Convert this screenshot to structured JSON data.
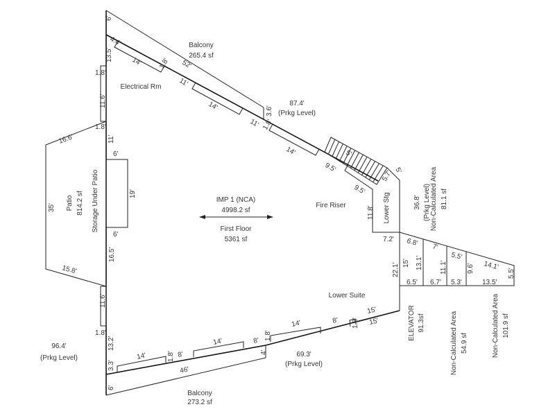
{
  "sketch": {
    "areas": {
      "balcony_top": {
        "name": "Balcony",
        "size": "265.4 sf"
      },
      "electrical": {
        "name": "Electrical Rm"
      },
      "prkg_top": {
        "dim": "87.4'",
        "level": "(Prkg Level)"
      },
      "fire_riser": {
        "name": "Fire Riser"
      },
      "lower_stg": {
        "name": "Lower Stg"
      },
      "prkg_stg": {
        "dim": "36.8'",
        "level": "(Prkg Level)"
      },
      "nca_81": {
        "name": "Non-Calculated Area",
        "size": "81.1 sf"
      },
      "imp": {
        "name": "IMP 1 (NCA)",
        "size": "4998.2 sf"
      },
      "first_floor": {
        "name": "First Floor",
        "size": "5361 sf"
      },
      "patio": {
        "name": "Patio",
        "size": "814.2 sf"
      },
      "storage": {
        "name": "Storage Under Patio"
      },
      "lower_suite": {
        "name": "Lower Suite"
      },
      "elevator": {
        "name": "ELEVATOR",
        "size": "91.3sf"
      },
      "nca_54": {
        "name": "Non-Calculated Area",
        "size": "54.9 sf"
      },
      "nca_101": {
        "name": "Non-Calculated Area",
        "size": "101.9 sf"
      },
      "prkg_left": {
        "dim": "96.4'",
        "level": "(Prkg Level)"
      },
      "prkg_bottom": {
        "dim": "69.3'",
        "level": "(Prkg Level)"
      },
      "balcony_bottom": {
        "name": "Balcony",
        "size": "273.2 sf"
      }
    },
    "dimensions": [
      "6'",
      "4.4'",
      "13.5'",
      "14'",
      "1.8'",
      "52'",
      "11'",
      "14'",
      "11'",
      "3.6'",
      "1.8'",
      "14'",
      "9.5'",
      "5'",
      "5'",
      "5.7'",
      "9.5'",
      "11.8'",
      "7.2'",
      "1.8'",
      "11.6'",
      "1.8'",
      "11'",
      "16.6'",
      "6'",
      "19'",
      "6'",
      "35'",
      "16.5'",
      "15.8'",
      "11.6'",
      "1.8'",
      "13.2'",
      "3.3'",
      "14'",
      "1.8'",
      "8'",
      "14'",
      "8'",
      "1.8'",
      "4'",
      "46'",
      "6'",
      "14'",
      "8'",
      "1.8'",
      "15'",
      "15'",
      "22.1'",
      "15'",
      "13.1'",
      "6.8'",
      "7'",
      "11.1'",
      "5.5'",
      "9.6'",
      "14.1'",
      "5.5'",
      "6.5'",
      "6.7'",
      "5.3'",
      "13.5'"
    ]
  }
}
